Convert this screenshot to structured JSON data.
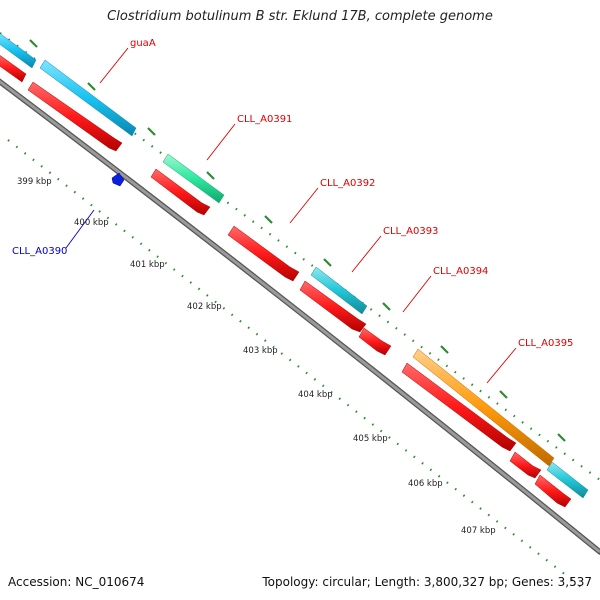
{
  "map": {
    "title": "Clostridium botulinum B str. Eklund 17B, complete genome",
    "accession_text": "Accession: NC_010674",
    "summary_text": "Topology: circular; Length: 3,800,327 bp; Genes: 3,537",
    "tick_labels": [
      "399 kbp",
      "400 kbp",
      "401 kbp",
      "402 kbp",
      "403 kbp",
      "404 kbp",
      "405 kbp",
      "406 kbp",
      "407 kbp"
    ],
    "gene_labels": [
      "guaA",
      "CLL_A0391",
      "CLL_A0392",
      "CLL_A0393",
      "CLL_A0394",
      "CLL_A0395",
      "CLL_A0390"
    ],
    "colors": {
      "backbone": "#808080",
      "tick": "#2e8b2e",
      "gene_red": "#ff1a1a",
      "gene_blue": "#19c3f0",
      "gene_green": "#2ee8a0",
      "gene_teal": "#22c6d6",
      "gene_orange": "#ff9a0a",
      "label_red": "#dd0000",
      "label_blue": "#0000cc"
    }
  }
}
